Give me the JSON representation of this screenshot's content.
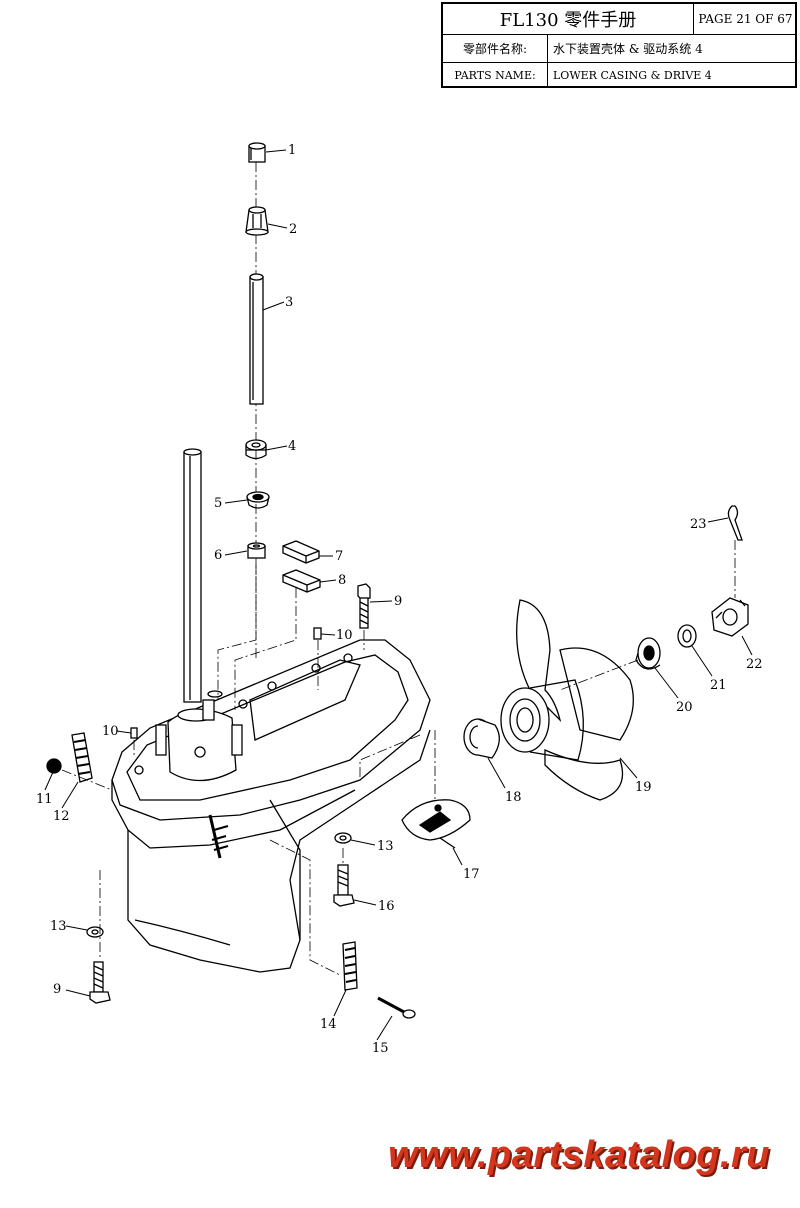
{
  "title_block": {
    "model_title": "FL130 零件手册",
    "page_info": "PAGE 21 OF 67",
    "cn_label": "零部件名称:",
    "cn_value": "水下装置壳体 & 驱动系统 4",
    "en_label": "PARTS NAME:",
    "en_value": "LOWER CASING & DRIVE 4"
  },
  "callouts": {
    "c1": "1",
    "c2": "2",
    "c3": "3",
    "c4": "4",
    "c5": "5",
    "c6": "6",
    "c7": "7",
    "c8": "8",
    "c9a": "9",
    "c10a": "10",
    "c10b": "10",
    "c11": "11",
    "c12": "12",
    "c13a": "13",
    "c13b": "13",
    "c9b": "9",
    "c14": "14",
    "c15": "15",
    "c16": "16",
    "c17": "17",
    "c18": "18",
    "c19": "19",
    "c20": "20",
    "c21": "21",
    "c22": "22",
    "c23": "23"
  },
  "watermark": "www.partskatalog.ru",
  "colors": {
    "line": "#000000",
    "watermark": "#d4351c"
  }
}
